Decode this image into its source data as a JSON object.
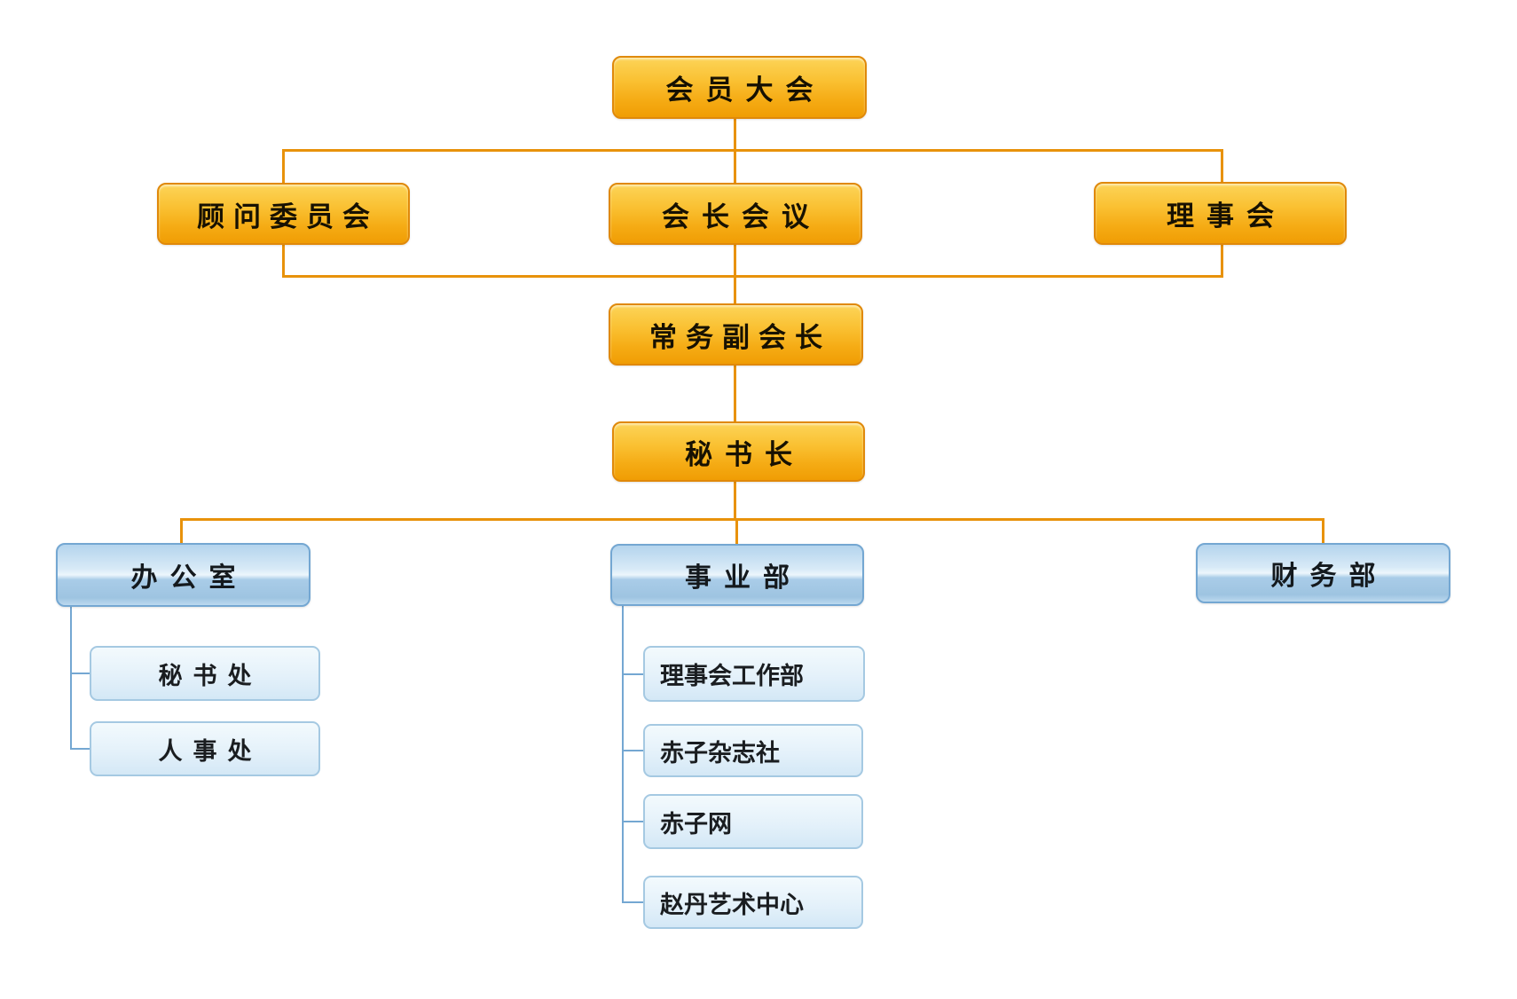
{
  "diagram": {
    "type": "org-chart",
    "levels": {
      "assembly": {
        "label": "会员大会"
      },
      "councils": [
        {
          "label": "顾问委员会"
        },
        {
          "label": "会长会议"
        },
        {
          "label": "理事会"
        }
      ],
      "vice_president": {
        "label": "常务副会长"
      },
      "secretary_general": {
        "label": "秘书长"
      },
      "departments": [
        {
          "label": "办公室",
          "children": [
            {
              "label": "秘书处"
            },
            {
              "label": "人事处"
            }
          ]
        },
        {
          "label": "事业部",
          "children": [
            {
              "label": "理事会工作部"
            },
            {
              "label": "赤子杂志社"
            },
            {
              "label": "赤子网"
            },
            {
              "label": "赵丹艺术中心"
            }
          ]
        },
        {
          "label": "财务部",
          "children": []
        }
      ]
    },
    "colors": {
      "gold_box_top": "#FCD458",
      "gold_box_bottom": "#F09D04",
      "gold_border": "#E0890A",
      "orange_line": "#E8920B",
      "blue_box_top": "#B4D4ED",
      "blue_box_bottom": "#9EC4E1",
      "blue_border": "#74A7D2",
      "subbox_fill": "#E4F1FA",
      "subbox_border": "#A5C9E2",
      "blue_line": "#74A7D2",
      "text": "#171102",
      "background": "#FFFFFF"
    }
  }
}
